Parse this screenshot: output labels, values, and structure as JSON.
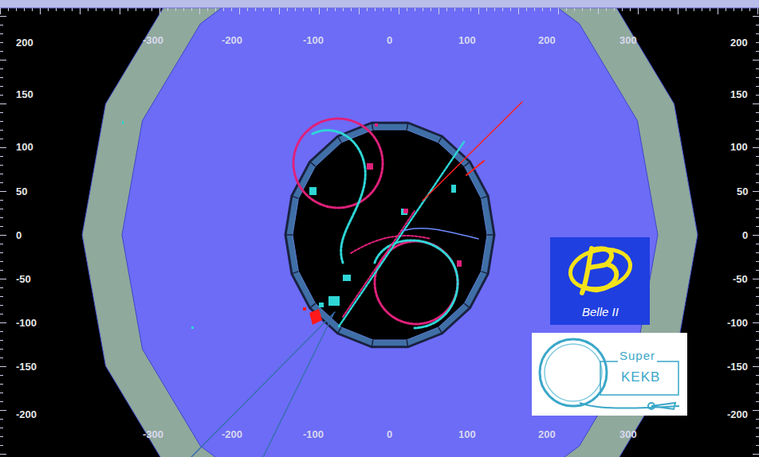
{
  "diagram": {
    "nodes": [
      {
        "text": [
          "Belle II"
        ]
      },
      {
        "text": [
          "Super",
          "KEKB"
        ]
      }
    ],
    "labels": [
      "-300",
      "-200",
      "-100",
      "0",
      "100",
      "200",
      "300",
      "200",
      "200",
      "150",
      "150",
      "100",
      "100",
      "50",
      "50",
      "0",
      "0",
      "-50",
      "-50",
      "-100",
      "-100",
      "-150",
      "-150",
      "-200",
      "-200",
      "-300",
      "-200",
      "-100",
      "0",
      "100",
      "200",
      "300"
    ]
  }
}
